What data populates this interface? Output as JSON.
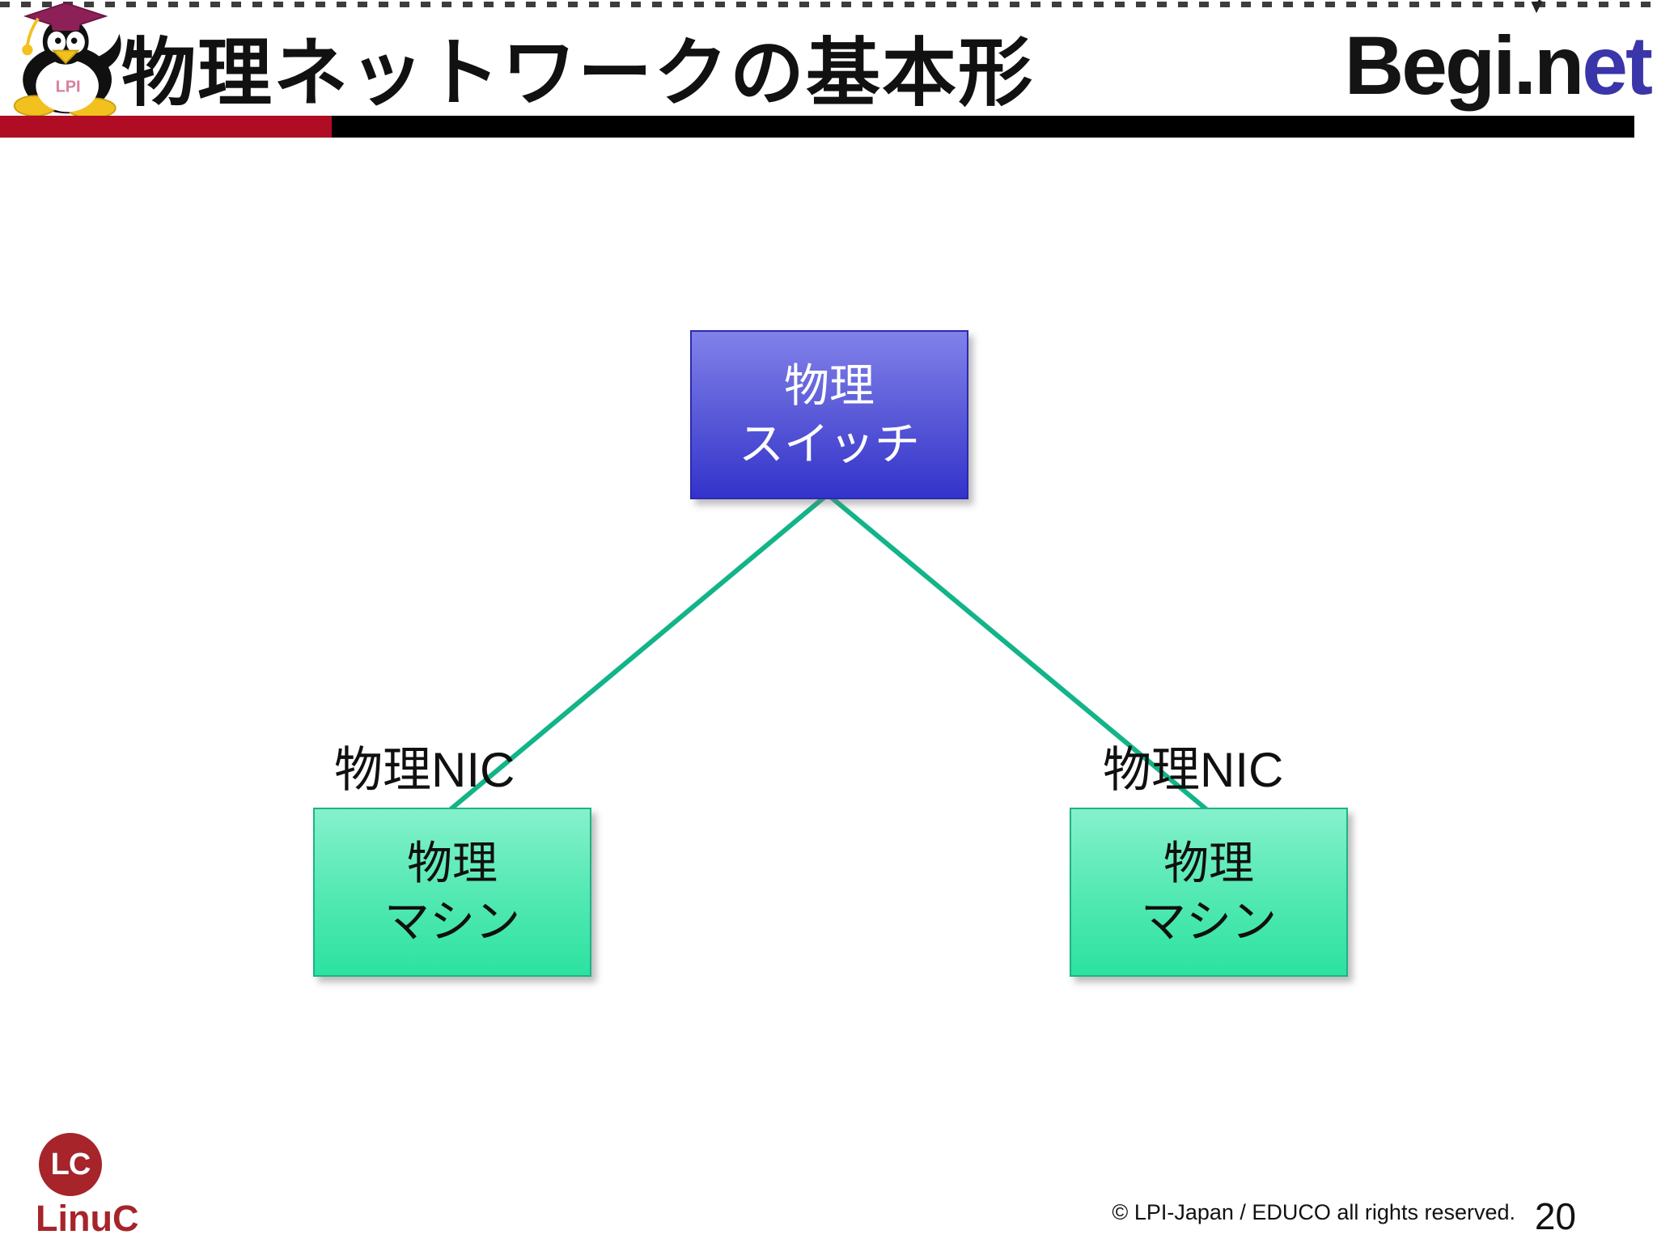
{
  "slide": {
    "title": "物理ネットワークの基本形"
  },
  "header": {
    "mascot_icon": "tux-graduate-mascot-icon",
    "mascot_shirt_text": "LPI",
    "beginet_logo": {
      "black_part": "Begi",
      "dot": ".",
      "n_part": "n",
      "blue_part": "et",
      "doodle_icon": "doodle-arrow-icon",
      "blue_color": "#3a35a9"
    },
    "accent_bar": {
      "red_color": "#b00c24",
      "black_color": "#000000"
    }
  },
  "diagram": {
    "switch_box": {
      "line1": "物理",
      "line2": "スイッチ"
    },
    "left_machine_box": {
      "line1": "物理",
      "line2": "マシン"
    },
    "right_machine_box": {
      "line1": "物理",
      "line2": "マシン"
    },
    "left_nic_label": "物理NIC",
    "right_nic_label": "物理NIC",
    "colors": {
      "switch_gradient_top": "#8181ea",
      "switch_gradient_bottom": "#3333cb",
      "switch_border": "#2a2ab0",
      "machine_gradient_top": "#85f1cc",
      "machine_gradient_bottom": "#2ce2a0",
      "machine_border": "#1fb286",
      "link_line": "#12b488"
    }
  },
  "footer": {
    "linuc_badge": "LC",
    "linuc_wordmark": "LinuC",
    "linuc_color": "#a6242a",
    "copyright": "© LPI-Japan / EDUCO all rights reserved.",
    "page_number": "20"
  }
}
